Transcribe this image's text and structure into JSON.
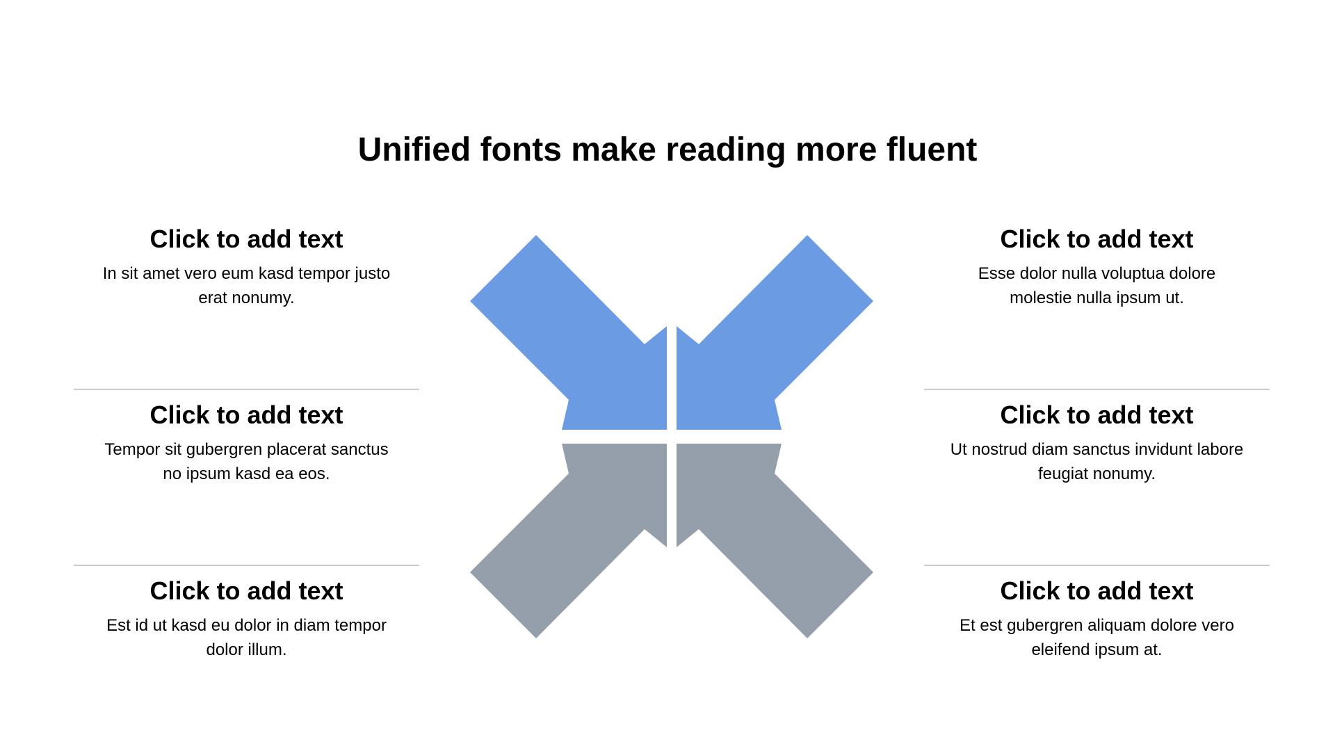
{
  "title": "Unified fonts make reading more fluent",
  "colors": {
    "accent_blue": "#6a9be3",
    "accent_gray": "#959eab",
    "divider": "#c9cbd7"
  },
  "left_items": [
    {
      "heading": "Click to add text",
      "body": "In sit amet vero eum kasd tempor justo erat nonumy."
    },
    {
      "heading": "Click to add text",
      "body": "Tempor sit gubergren placerat sanctus no ipsum kasd ea eos."
    },
    {
      "heading": "Click to add text",
      "body": "Est id ut kasd eu dolor in diam tempor dolor illum."
    }
  ],
  "right_items": [
    {
      "heading": "Click to add text",
      "body": "Esse dolor nulla voluptua dolore molestie nulla ipsum ut."
    },
    {
      "heading": "Click to add text",
      "body": "Ut nostrud diam sanctus invidunt labore feugiat nonumy."
    },
    {
      "heading": "Click to add text",
      "body": "Et est gubergren aliquam dolore vero eleifend ipsum at."
    }
  ]
}
